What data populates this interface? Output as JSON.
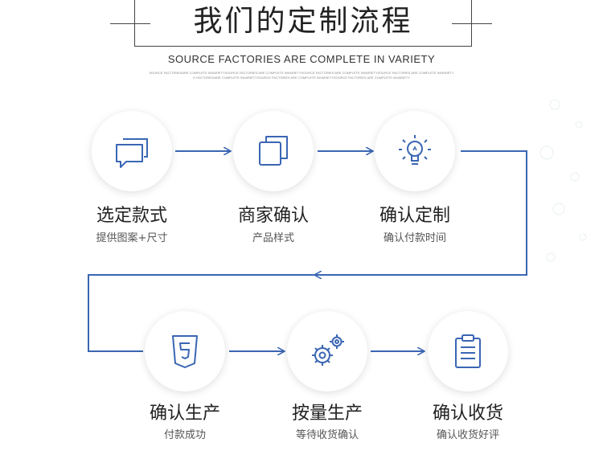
{
  "header": {
    "title": "我们的定制流程",
    "subtitle": "SOURCE FACTORIES ARE COMPLETE IN VARIETY",
    "tiny_line_1": "SOURCE FACTORIESARE COMPLETE INVARIETYSOURCE FACTORIES ARE COMPLETE INVARIETYSOURCE FACTORIES ARE COMPLETE INVARIETYSOURCE FACTORIES ARE COMPLETE INVARIETY",
    "tiny_line_2": "E FACTORIESARE COMPLETE INVARIETYSOURCE FACTORIES ARE COMPLETE INVARIETYSOURCE FACTORIES ARE COMPLETE INVARIETY"
  },
  "steps": [
    {
      "title": "选定款式",
      "subtitle": "提供图案+尺寸",
      "icon": "chat-bubbles-icon"
    },
    {
      "title": "商家确认",
      "subtitle": "产品样式",
      "icon": "copy-squares-icon"
    },
    {
      "title": "确认定制",
      "subtitle": "确认付款时间",
      "icon": "lightbulb-icon"
    },
    {
      "title": "确认生产",
      "subtitle": "付款成功",
      "icon": "css-shield-icon"
    },
    {
      "title": "按量生产",
      "subtitle": "等待收货确认",
      "icon": "gears-icon"
    },
    {
      "title": "确认收货",
      "subtitle": "确认收货好评",
      "icon": "clipboard-icon"
    }
  ],
  "colors": {
    "accent": "#3a66b3",
    "title": "#222222",
    "subtitle": "#555555"
  }
}
